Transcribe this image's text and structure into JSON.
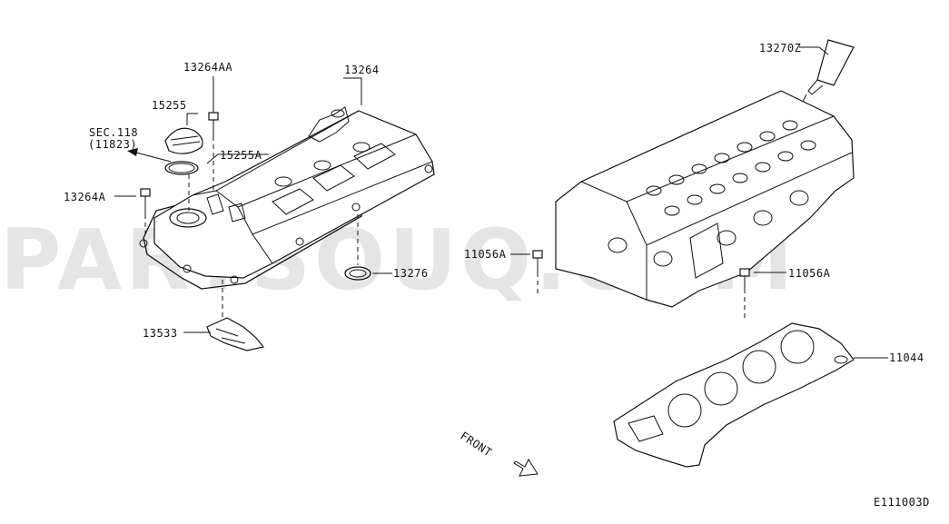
{
  "diagram": {
    "part_labels": {
      "cap_bolt_top": "13264AA",
      "rocker_cover": "13264",
      "oil_filler_cap": "15255",
      "cap_seal": "15255A",
      "sec_ref_line1": "SEC.118",
      "sec_ref_line2": "(11823)",
      "cover_bolt_left": "13264A",
      "cover_seal": "13276",
      "baffle_plate": "13533",
      "sealant": "13270Z",
      "head_bolt_left": "11056A",
      "head_bolt_right": "11056A",
      "head_gasket": "11044"
    },
    "front_indicator": "FRONT",
    "diagram_code": "E111003D",
    "watermark": "PARTSOUQ.COM"
  }
}
